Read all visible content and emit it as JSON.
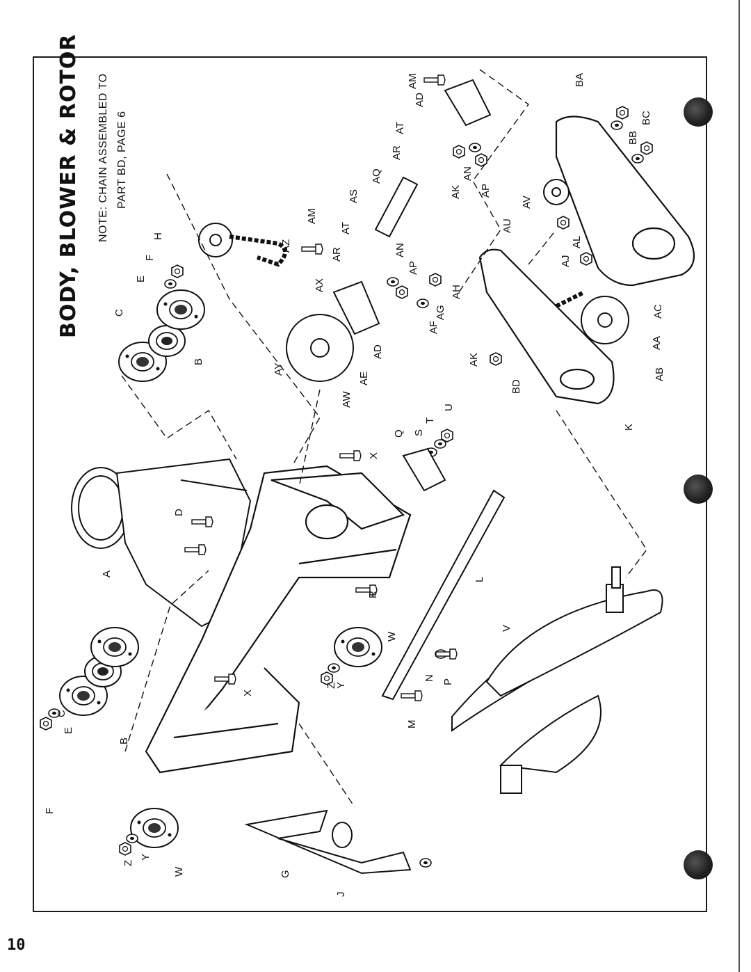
{
  "title": "BODY, BLOWER & ROTOR",
  "note_line1": "NOTE: CHAIN ASSEMBLED TO",
  "note_line2": "PART BD, PAGE 6",
  "page_number": "10",
  "part_labels": {
    "A": "A",
    "B": "B",
    "C": "C",
    "D": "D",
    "E": "E",
    "F": "F",
    "G": "G",
    "H": "H",
    "J": "J",
    "K": "K",
    "L": "L",
    "M": "M",
    "N": "N",
    "P": "P",
    "Q": "Q",
    "R": "R",
    "S": "S",
    "T": "T",
    "U": "U",
    "V": "V",
    "W": "W",
    "X": "X",
    "Y": "Y",
    "Z": "Z",
    "AA": "AA",
    "AB": "AB",
    "AC": "AC",
    "AD": "AD",
    "AE": "AE",
    "AF": "AF",
    "AG": "AG",
    "AH": "AH",
    "AJ": "AJ",
    "AK": "AK",
    "AL": "AL",
    "AM": "AM",
    "AN": "AN",
    "AP": "AP",
    "AQ": "AQ",
    "AR": "AR",
    "AS": "AS",
    "AT": "AT",
    "AU": "AU",
    "AV": "AV",
    "AW": "AW",
    "AX": "AX",
    "AY": "AY",
    "AZ": "AZ",
    "BA": "BA",
    "BB": "BB",
    "BC": "BC",
    "BD": "BD"
  }
}
